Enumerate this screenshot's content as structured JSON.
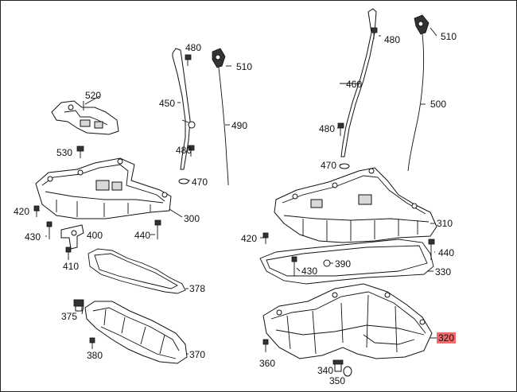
{
  "labels": [
    {
      "id": "p480a",
      "text": "480"
    },
    {
      "id": "p510a",
      "text": "510"
    },
    {
      "id": "p450",
      "text": "450"
    },
    {
      "id": "p490",
      "text": "490"
    },
    {
      "id": "p520",
      "text": "520"
    },
    {
      "id": "p480b",
      "text": "480"
    },
    {
      "id": "p470a",
      "text": "470"
    },
    {
      "id": "p530",
      "text": "530"
    },
    {
      "id": "p420a",
      "text": "420"
    },
    {
      "id": "p300",
      "text": "300"
    },
    {
      "id": "p430a",
      "text": "430"
    },
    {
      "id": "p400",
      "text": "400"
    },
    {
      "id": "p440a",
      "text": "440"
    },
    {
      "id": "p410",
      "text": "410"
    },
    {
      "id": "p378",
      "text": "378"
    },
    {
      "id": "p375",
      "text": "375"
    },
    {
      "id": "p380",
      "text": "380"
    },
    {
      "id": "p370",
      "text": "370"
    },
    {
      "id": "p480c",
      "text": "480"
    },
    {
      "id": "p510b",
      "text": "510"
    },
    {
      "id": "p460",
      "text": "460"
    },
    {
      "id": "p500",
      "text": "500"
    },
    {
      "id": "p480d",
      "text": "480"
    },
    {
      "id": "p470b",
      "text": "470"
    },
    {
      "id": "p310",
      "text": "310"
    },
    {
      "id": "p420b",
      "text": "420"
    },
    {
      "id": "p440b",
      "text": "440"
    },
    {
      "id": "p430b",
      "text": "430"
    },
    {
      "id": "p390",
      "text": "390"
    },
    {
      "id": "p330",
      "text": "330"
    },
    {
      "id": "p320",
      "text": "320",
      "highlight": true
    },
    {
      "id": "p360",
      "text": "360"
    },
    {
      "id": "p340",
      "text": "340"
    },
    {
      "id": "p350",
      "text": "350"
    }
  ],
  "colors": {
    "highlight": "#f06a6a",
    "line": "#111111"
  }
}
